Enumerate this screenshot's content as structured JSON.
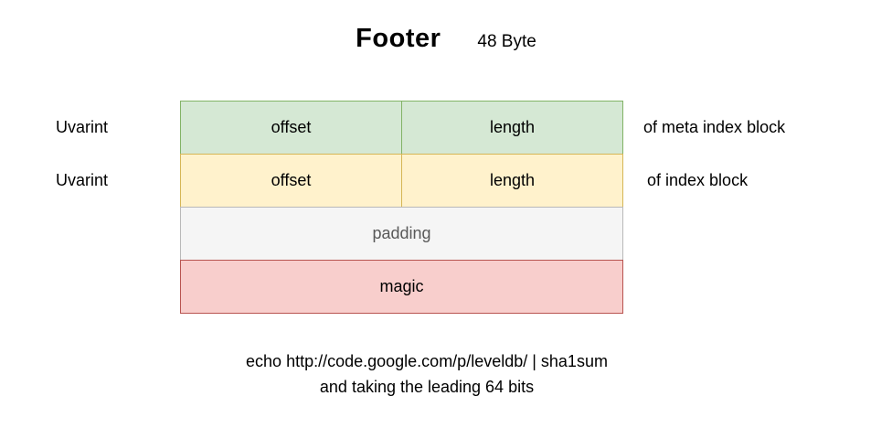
{
  "title": "Footer",
  "subtitle": "48 Byte",
  "table": {
    "rows": [
      {
        "cells": [
          "offset",
          "length"
        ],
        "left_label": "Uvarint",
        "right_label": "of meta index block"
      },
      {
        "cells": [
          "offset",
          "length"
        ],
        "left_label": "Uvarint",
        "right_label": "of index block"
      },
      {
        "label": "padding"
      },
      {
        "label": "magic"
      }
    ]
  },
  "note": {
    "line1": "echo http://code.google.com/p/leveldb/ | sha1sum",
    "line2": "and taking the leading 64 bits"
  },
  "colors": {
    "green-fill": "#d5e8d4",
    "green-border": "#82b366",
    "yellow-fill": "#fff2cc",
    "yellow-border": "#d6b656",
    "gray-fill": "#f5f5f5",
    "gray-border": "#b9b9b9",
    "red-fill": "#f8cecc",
    "red-border": "#b85450"
  }
}
